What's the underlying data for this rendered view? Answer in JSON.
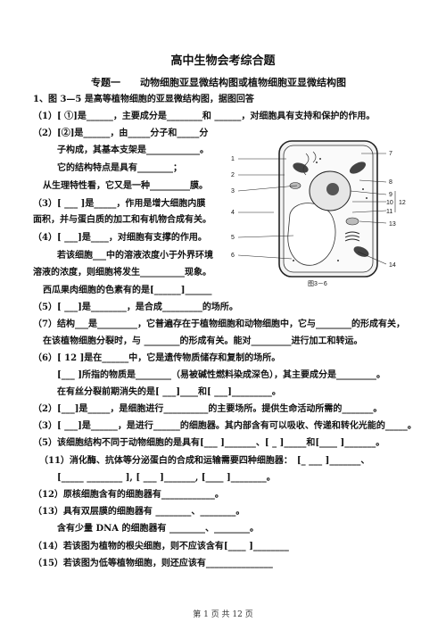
{
  "title": "高中生物会考综合题",
  "subtitle": "专题一　　动物细胞亚显微结构图或植物细胞亚显微结构图",
  "lines": [
    {
      "id": "q1",
      "text": "1、图 3—5 是高等植物细胞的亚显微结构图，据图回答"
    },
    {
      "id": "q1_1",
      "text": "（1）[ ①]是______，主要成分是________和 ______，对细胞具有支持和保护的作用。"
    },
    {
      "id": "q1_2a",
      "text": "（2）[②]是______，由_____分子和_____分"
    },
    {
      "id": "q1_2b",
      "text": "子构成，其基本支架是____________。"
    },
    {
      "id": "q1_2c",
      "text": "它的结构特点是具有________；"
    },
    {
      "id": "q1_2d",
      "text": "从生理特性看，它又是一种_________膜。"
    },
    {
      "id": "q1_3a",
      "text": "（3）[ ___ ]是_____，作用是增大细胞内膜"
    },
    {
      "id": "q1_3b",
      "text": "面积，并与蛋白质的加工和有机物合成有关。"
    },
    {
      "id": "q1_4",
      "text": "（4）[ ___]是____，对细胞有支撑的作用。"
    },
    {
      "id": "q1_4b",
      "text": "若该细胞___中的溶液浓度小于外界环境"
    },
    {
      "id": "q1_4c",
      "text": "溶液的浓度，则细胞将发生__________现象。"
    },
    {
      "id": "q1_4d",
      "text": "西瓜果肉细胞的色素有的是[______]______"
    },
    {
      "id": "q1_5",
      "text": "（5）[ ___]是________，是合成_________的场所。"
    },
    {
      "id": "q1_7a",
      "text": "（7）结构___是_________，它普遍存在于植物细胞和动物细胞中，它与________的形成有关，"
    },
    {
      "id": "q1_7b",
      "text": "在该植物细胞分裂时，与 ________的形成有关。能对_________进行加工和转运。"
    },
    {
      "id": "q1_6a",
      "text": "（6）[ 12 ]是在______中，它是遗传物质储存和复制的场所。"
    },
    {
      "id": "q1_6b",
      "text": "[___ ]所指的物质是________（易被碱性燃料染成深色），其主要成分是_________。"
    },
    {
      "id": "q1_6c",
      "text": "在有丝分裂前期消失的是[ ___]____和[ ___]_________。"
    },
    {
      "id": "q2",
      "text": "（2）[___]是_____，是细胞进行__________的主要场所。提供生命活动所需的_______。"
    },
    {
      "id": "q3",
      "text": "（3）[ ___]是______，是进行______的细胞器。其内部含有可以吸收、传递和转化光能的_____。"
    },
    {
      "id": "q5",
      "text": "（5）该细胞结构不同于动物细胞的是具有[___ ]_______、[ _ ]_____和[____ ]_______。"
    },
    {
      "id": "q11a",
      "text": "（11）消化酶、抗体等分泌蛋白的合成和运输需要四种细胞器：　[_ ___ ]_______、"
    },
    {
      "id": "q11b",
      "text": "[_____ ________ ], [ ___ ]_______, [____ ]________。"
    },
    {
      "id": "q12",
      "text": "（12）原核细胞含有的细胞器有____________。"
    },
    {
      "id": "q13a",
      "text": "（13）具有双层膜的细胞器有 ________、________。"
    },
    {
      "id": "q13b",
      "text": "含有少量 DNA 的细胞器有 ________、________。"
    },
    {
      "id": "q14",
      "text": "（14）若该图为植物的根尖细胞，则不应该含有[____ ]________"
    },
    {
      "id": "q15",
      "text": "（15）若该图为低等植物细胞，则还应该有_______________"
    }
  ],
  "figure": {
    "caption": "图3－6",
    "labels": [
      "1",
      "2",
      "3",
      "4",
      "5",
      "6",
      "7",
      "8",
      "9",
      "10",
      "11",
      "12",
      "13",
      "14"
    ]
  },
  "footer": "第 1 页 共 12 页"
}
